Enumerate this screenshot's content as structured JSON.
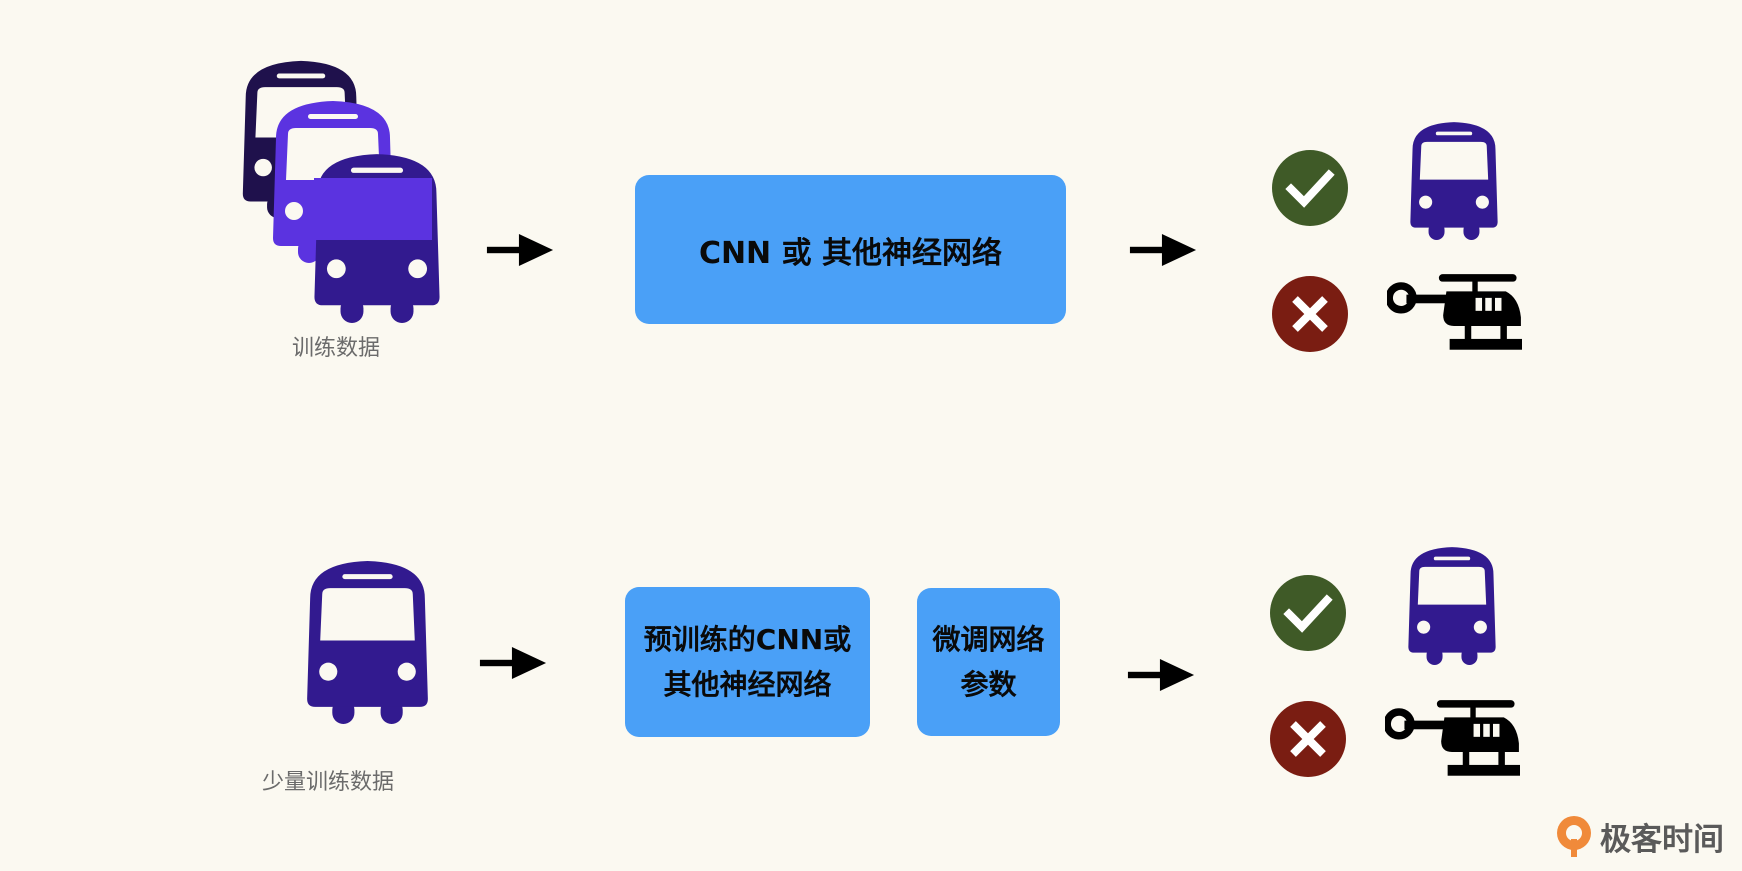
{
  "row1": {
    "input_label": "训练数据",
    "model_box": "CNN 或 其他神经网络"
  },
  "row2": {
    "input_label": "少量训练数据",
    "model_box_line1": "预训练的CNN或",
    "model_box_line2": "其他神经网络",
    "finetune_box_line1": "微调网络",
    "finetune_box_line2": "参数"
  },
  "brand": {
    "name": "极客时间"
  },
  "icons": {
    "input": "bus-icon",
    "correct": "check-circle-icon",
    "wrong": "x-circle-icon",
    "negative": "helicopter-icon"
  },
  "colors": {
    "background": "#fbf9f1",
    "box": "#4aa0f7",
    "bus_dark": "#1f114c",
    "bus_mid": "#5b33e0",
    "bus_main": "#321a8f",
    "check": "#3f5a27",
    "cross": "#7a1d12",
    "brand": "#f08a3a"
  }
}
